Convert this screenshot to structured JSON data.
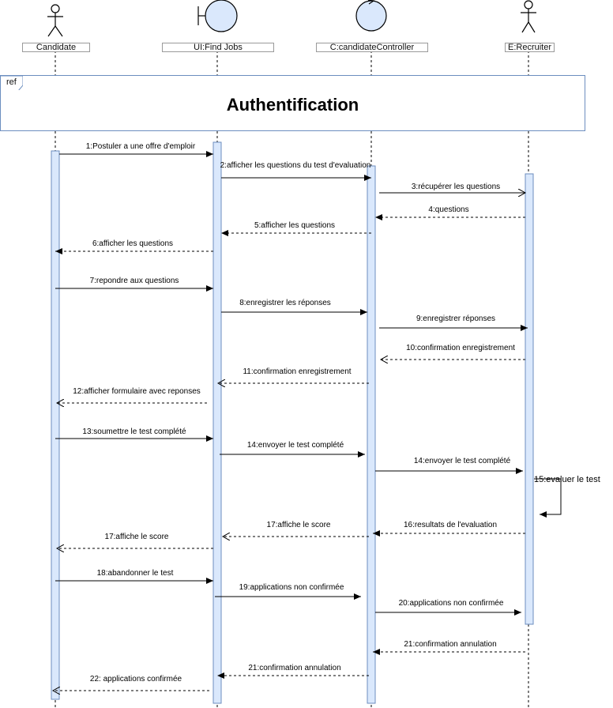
{
  "lifelines": [
    {
      "id": "candidate",
      "label": "Candidate",
      "kind": "actor"
    },
    {
      "id": "ui",
      "label": "UI:Find Jobs",
      "kind": "boundary-icon"
    },
    {
      "id": "controller",
      "label": "C:candidateController",
      "kind": "control-icon"
    },
    {
      "id": "recruiter",
      "label": "E:Recruiter",
      "kind": "actor"
    }
  ],
  "ref": {
    "tag": "ref",
    "title": "Authentification"
  },
  "messages": [
    {
      "n": 1,
      "label": "1:Postuler a une offre d'emploir",
      "from": "candidate",
      "to": "ui",
      "style": "sync"
    },
    {
      "n": 2,
      "label": "2:afficher les questions du test d'evaluation",
      "from": "ui",
      "to": "controller",
      "style": "sync"
    },
    {
      "n": 3,
      "label": "3:récupérer les questions",
      "from": "controller",
      "to": "recruiter",
      "style": "async"
    },
    {
      "n": 4,
      "label": "4:questions",
      "from": "recruiter",
      "to": "controller",
      "style": "reply-filled"
    },
    {
      "n": 5,
      "label": "5:afficher les questions",
      "from": "controller",
      "to": "ui",
      "style": "reply-filled"
    },
    {
      "n": 6,
      "label": "6:afficher les questions",
      "from": "ui",
      "to": "candidate",
      "style": "reply-filled"
    },
    {
      "n": 7,
      "label": "7:repondre aux questions",
      "from": "candidate",
      "to": "ui",
      "style": "sync"
    },
    {
      "n": 8,
      "label": "8:enregistrer les réponses",
      "from": "ui",
      "to": "controller",
      "style": "sync"
    },
    {
      "n": 9,
      "label": "9:enregistrer réponses",
      "from": "controller",
      "to": "recruiter",
      "style": "sync"
    },
    {
      "n": 10,
      "label": "10:confirmation enregistrement",
      "from": "recruiter",
      "to": "controller",
      "style": "reply-open"
    },
    {
      "n": 11,
      "label": "11:confirmation enregistrement",
      "from": "controller",
      "to": "ui",
      "style": "reply-open"
    },
    {
      "n": 12,
      "label": "12:afficher formulaire avec reponses",
      "from": "ui",
      "to": "candidate",
      "style": "reply-open"
    },
    {
      "n": 13,
      "label": "13:soumettre le test complété",
      "from": "candidate",
      "to": "ui",
      "style": "sync"
    },
    {
      "n": 14,
      "label": "14:envoyer le test complété",
      "from": "ui",
      "to": "controller",
      "style": "sync"
    },
    {
      "n": 15,
      "label": "14:envoyer le test complété",
      "from": "controller",
      "to": "recruiter",
      "style": "sync"
    },
    {
      "n": 16,
      "label": "15:evaluer le test",
      "from": "recruiter",
      "to": "recruiter",
      "style": "self"
    },
    {
      "n": 17,
      "label": "16:resultats de l'evaluation",
      "from": "recruiter",
      "to": "controller",
      "style": "reply-filled"
    },
    {
      "n": 18,
      "label": "17:affiche le score",
      "from": "controller",
      "to": "ui",
      "style": "reply-open"
    },
    {
      "n": 19,
      "label": "17:affiche le score",
      "from": "ui",
      "to": "candidate",
      "style": "reply-open"
    },
    {
      "n": 20,
      "label": "18:abandonner le test",
      "from": "candidate",
      "to": "ui",
      "style": "sync"
    },
    {
      "n": 21,
      "label": "19:applications non confirmée",
      "from": "ui",
      "to": "controller",
      "style": "sync"
    },
    {
      "n": 22,
      "label": "20:applications non confirmée",
      "from": "controller",
      "to": "recruiter",
      "style": "sync"
    },
    {
      "n": 23,
      "label": "21:confirmation annulation",
      "from": "recruiter",
      "to": "controller",
      "style": "reply-filled"
    },
    {
      "n": 24,
      "label": "21:confirmation annulation",
      "from": "controller",
      "to": "ui",
      "style": "reply-filled"
    },
    {
      "n": 25,
      "label": "22: applications confirmée",
      "from": "ui",
      "to": "candidate",
      "style": "reply-open"
    }
  ],
  "colors": {
    "activation_fill": "#dae8fc",
    "activation_stroke": "#6c8ebf",
    "icon_fill": "#dae8fc",
    "line": "#000000"
  }
}
